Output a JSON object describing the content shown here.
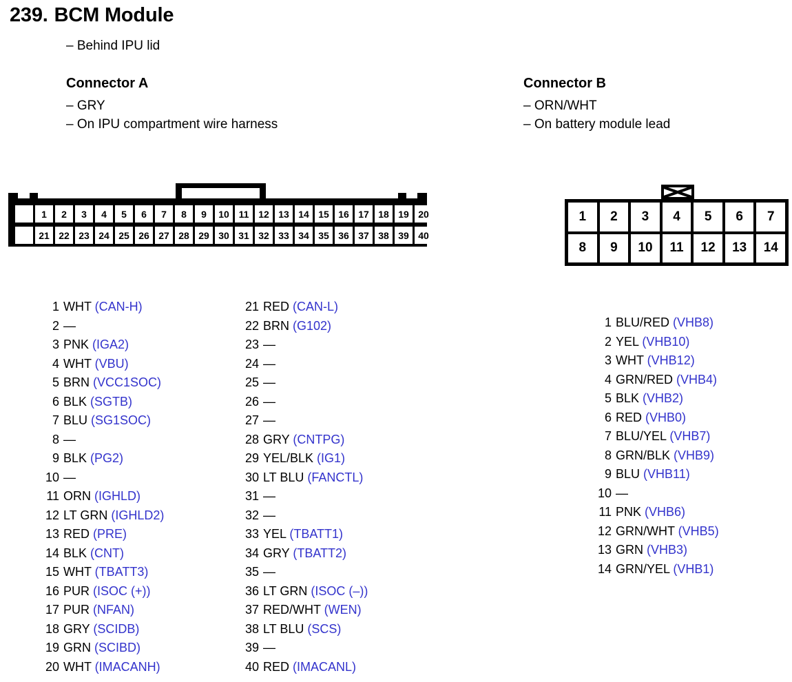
{
  "title": {
    "number": "239.",
    "name": "BCM Module"
  },
  "subtitle": "– Behind IPU lid",
  "connector_a": {
    "heading": "Connector A",
    "note1": "– GRY",
    "note2": "– On IPU compartment wire harness",
    "diagram": {
      "top_row": [
        "",
        "1",
        "2",
        "3",
        "4",
        "5",
        "6",
        "7",
        "8",
        "9",
        "10",
        "11",
        "12",
        "13",
        "14",
        "15",
        "16",
        "17",
        "18",
        "19",
        "20",
        ""
      ],
      "bottom_row": [
        "",
        "21",
        "22",
        "23",
        "24",
        "25",
        "26",
        "27",
        "28",
        "29",
        "30",
        "31",
        "32",
        "33",
        "34",
        "35",
        "36",
        "37",
        "38",
        "39",
        "40"
      ]
    },
    "pins": [
      {
        "num": "1",
        "color": "WHT",
        "signal": "(CAN-H)"
      },
      {
        "num": "2",
        "color": "—",
        "signal": ""
      },
      {
        "num": "3",
        "color": "PNK",
        "signal": "(IGA2)"
      },
      {
        "num": "4",
        "color": "WHT",
        "signal": "(VBU)"
      },
      {
        "num": "5",
        "color": "BRN",
        "signal": "(VCC1SOC)"
      },
      {
        "num": "6",
        "color": "BLK",
        "signal": "(SGTB)"
      },
      {
        "num": "7",
        "color": "BLU",
        "signal": "(SG1SOC)"
      },
      {
        "num": "8",
        "color": "—",
        "signal": ""
      },
      {
        "num": "9",
        "color": "BLK",
        "signal": "(PG2)"
      },
      {
        "num": "10",
        "color": "—",
        "signal": ""
      },
      {
        "num": "11",
        "color": "ORN",
        "signal": "(IGHLD)"
      },
      {
        "num": "12",
        "color": "LT GRN",
        "signal": "(IGHLD2)"
      },
      {
        "num": "13",
        "color": "RED",
        "signal": "(PRE)"
      },
      {
        "num": "14",
        "color": "BLK",
        "signal": "(CNT)"
      },
      {
        "num": "15",
        "color": "WHT",
        "signal": "(TBATT3)"
      },
      {
        "num": "16",
        "color": "PUR",
        "signal": "(ISOC (+))"
      },
      {
        "num": "17",
        "color": "PUR",
        "signal": "(NFAN)"
      },
      {
        "num": "18",
        "color": "GRY",
        "signal": "(SCIDB)"
      },
      {
        "num": "19",
        "color": "GRN",
        "signal": "(SCIBD)"
      },
      {
        "num": "20",
        "color": "WHT",
        "signal": "(IMACANH)"
      },
      {
        "num": "21",
        "color": "RED",
        "signal": "(CAN-L)"
      },
      {
        "num": "22",
        "color": "BRN",
        "signal": "(G102)"
      },
      {
        "num": "23",
        "color": "—",
        "signal": ""
      },
      {
        "num": "24",
        "color": "—",
        "signal": ""
      },
      {
        "num": "25",
        "color": "—",
        "signal": ""
      },
      {
        "num": "26",
        "color": "—",
        "signal": ""
      },
      {
        "num": "27",
        "color": "—",
        "signal": ""
      },
      {
        "num": "28",
        "color": "GRY",
        "signal": "(CNTPG)"
      },
      {
        "num": "29",
        "color": "YEL/BLK",
        "signal": "(IG1)"
      },
      {
        "num": "30",
        "color": "LT BLU",
        "signal": "(FANCTL)"
      },
      {
        "num": "31",
        "color": "—",
        "signal": ""
      },
      {
        "num": "32",
        "color": "—",
        "signal": ""
      },
      {
        "num": "33",
        "color": "YEL",
        "signal": "(TBATT1)"
      },
      {
        "num": "34",
        "color": "GRY",
        "signal": "(TBATT2)"
      },
      {
        "num": "35",
        "color": "—",
        "signal": ""
      },
      {
        "num": "36",
        "color": "LT GRN",
        "signal": "(ISOC (–))"
      },
      {
        "num": "37",
        "color": "RED/WHT",
        "signal": "(WEN)"
      },
      {
        "num": "38",
        "color": "LT BLU",
        "signal": "(SCS)"
      },
      {
        "num": "39",
        "color": "—",
        "signal": ""
      },
      {
        "num": "40",
        "color": "RED",
        "signal": "(IMACANL)"
      }
    ]
  },
  "connector_b": {
    "heading": "Connector B",
    "note1": "– ORN/WHT",
    "note2": "– On battery module lead",
    "diagram": {
      "top_row": [
        "1",
        "2",
        "3",
        "4",
        "5",
        "6",
        "7"
      ],
      "bottom_row": [
        "8",
        "9",
        "10",
        "11",
        "12",
        "13",
        "14"
      ]
    },
    "pins": [
      {
        "num": "1",
        "color": "BLU/RED",
        "signal": "(VHB8)"
      },
      {
        "num": "2",
        "color": "YEL",
        "signal": "(VHB10)"
      },
      {
        "num": "3",
        "color": "WHT",
        "signal": "(VHB12)"
      },
      {
        "num": "4",
        "color": "GRN/RED",
        "signal": "(VHB4)"
      },
      {
        "num": "5",
        "color": "BLK",
        "signal": "(VHB2)"
      },
      {
        "num": "6",
        "color": "RED",
        "signal": "(VHB0)"
      },
      {
        "num": "7",
        "color": "BLU/YEL",
        "signal": "(VHB7)"
      },
      {
        "num": "8",
        "color": "GRN/BLK",
        "signal": "(VHB9)"
      },
      {
        "num": "9",
        "color": "BLU",
        "signal": "(VHB11)"
      },
      {
        "num": "10",
        "color": "—",
        "signal": ""
      },
      {
        "num": "11",
        "color": "PNK",
        "signal": "(VHB6)"
      },
      {
        "num": "12",
        "color": "GRN/WHT",
        "signal": "(VHB5)"
      },
      {
        "num": "13",
        "color": "GRN",
        "signal": "(VHB3)"
      },
      {
        "num": "14",
        "color": "GRN/YEL",
        "signal": "(VHB1)"
      }
    ]
  },
  "colors": {
    "signal_blue": "#3333cc",
    "ink": "#000000",
    "paper": "#ffffff"
  }
}
